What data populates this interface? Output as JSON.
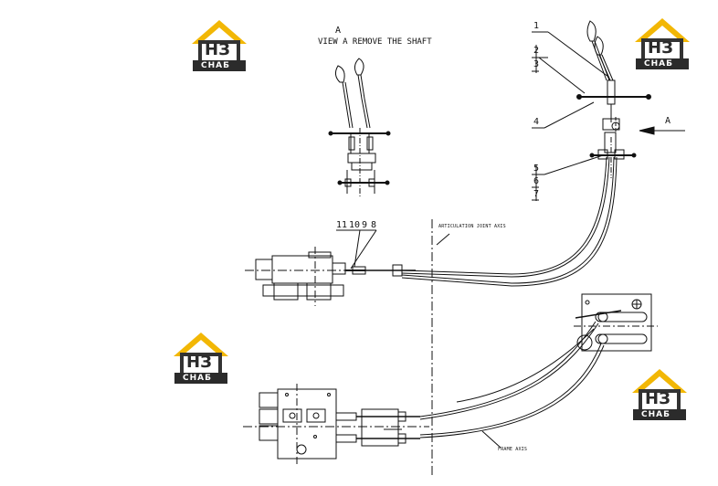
{
  "view": {
    "letter": "A",
    "caption": "VIEW A  REMOVE THE SHAFT",
    "arrow_label": "A"
  },
  "callouts": {
    "n1": "1",
    "n2": "2",
    "n3": "3",
    "n4": "4",
    "n5": "5",
    "n6": "6",
    "n7": "7",
    "group": [
      "11",
      "10",
      "9",
      "8"
    ]
  },
  "axes": {
    "articulation": "ARTICULATION JOINT AXIS",
    "frame": "FRAME AXIS"
  },
  "logo": {
    "text_top": "НЗ",
    "text_bottom": "СНАБ",
    "colors": {
      "roof": "#f2b705",
      "body": "#333333",
      "banner": "#2b2b2b",
      "text": "#ffffff"
    }
  }
}
